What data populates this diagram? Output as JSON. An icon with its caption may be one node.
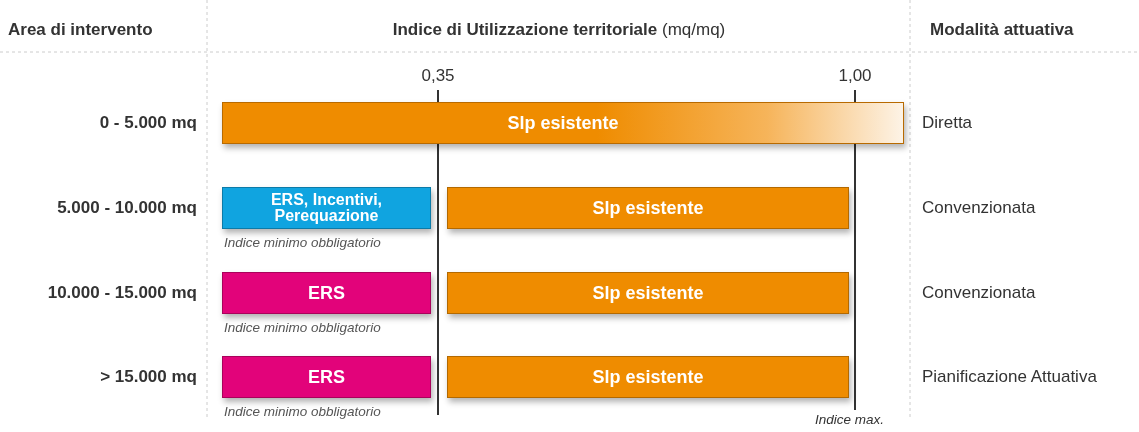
{
  "diagram": {
    "nodes": [
      {
        "text": [
          "Slp esistente"
        ]
      },
      {
        "text": [
          "ERS, Incentivi, Perequazione"
        ],
        "beside": [
          "Indice minimo obbligatorio"
        ]
      },
      {
        "text": [
          "Slp esistente"
        ]
      },
      {
        "text": [
          "ERS"
        ],
        "beside": [
          "Indice minimo obbligatorio"
        ]
      },
      {
        "text": [
          "Slp esistente"
        ]
      },
      {
        "text": [
          "ERS"
        ],
        "beside": [
          "Indice minimo obbligatorio"
        ]
      },
      {
        "text": [
          "Slp esistente"
        ]
      }
    ],
    "labels": [
      "Area di intervento",
      "**Indice di Utilizzazione territoriale** (mq/mq)",
      "Modalità attuativa",
      "0,35",
      "1,00",
      "0 - 5.000 mq",
      "Diretta",
      "5.000 - 10.000 mq",
      "Convenzionata",
      "10.000 - 15.000 mq",
      "Convenzionata",
      "> 15.000 mq",
      "Pianificazione Attuativa",
      "Indice max."
    ]
  }
}
